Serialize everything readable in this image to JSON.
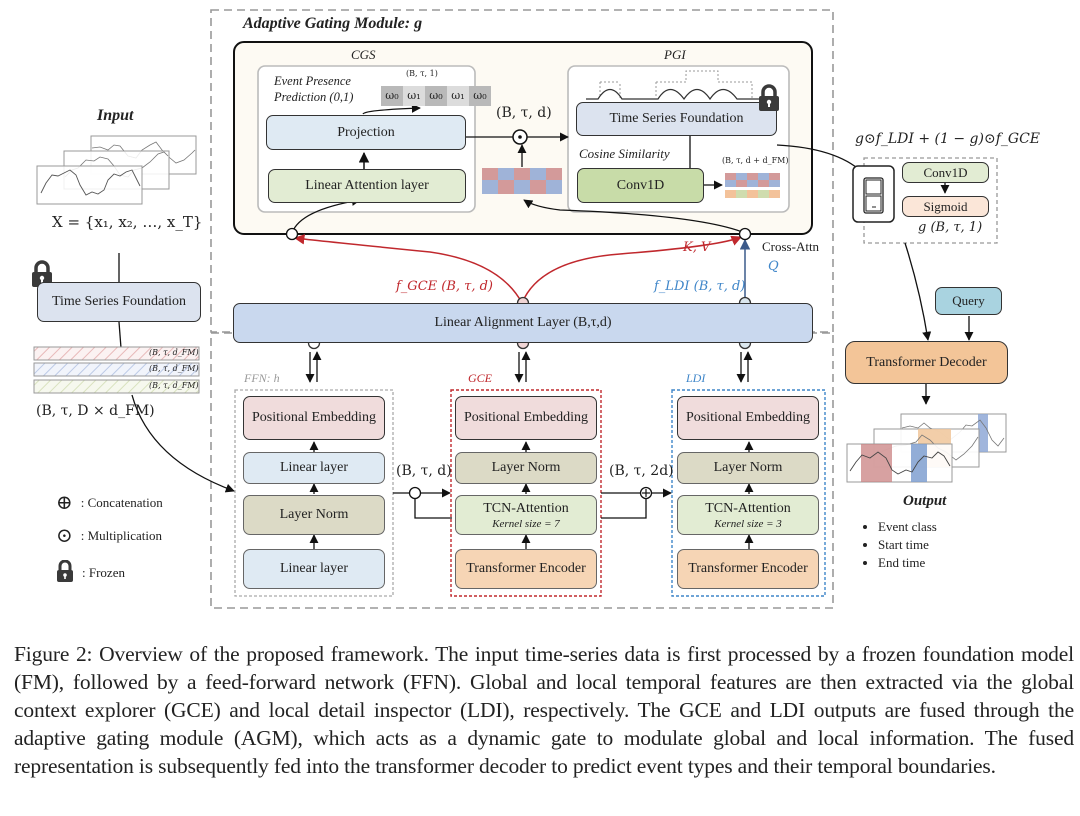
{
  "agm": {
    "title": "Adaptive Gating Module: g",
    "cgs": {
      "label": "CGS",
      "event_presence": "Event Presence Prediction (0,1)",
      "event_shape": "(B, τ, 1)",
      "weights": [
        "ω₀",
        "ω₁",
        "ω₀",
        "ω₁",
        "ω₀"
      ],
      "projection": "Projection",
      "linear_attention": "Linear Attention layer"
    },
    "mult_shape": "(B, τ, d)",
    "pgi": {
      "label": "PGI",
      "tsf": "Time Series Foundation",
      "cosine": "Cosine Similarity",
      "conv1d": "Conv1D",
      "out_shape": "(B, τ, d + d_FM)"
    },
    "kv": "K, V",
    "q": "Q",
    "cross_attn": "Cross-Attn",
    "f_gce": "f_GCE (B, τ, d)",
    "f_ldi": "f_LDI (B, τ, d)"
  },
  "gate": {
    "formula": "g⊙f_LDI + (1 − g)⊙f_GCE",
    "conv1d": "Conv1D",
    "sigmoid": "Sigmoid",
    "g_shape": "g (B, τ, 1)"
  },
  "input": {
    "title": "Input",
    "formula": "X = {x₁, x₂, …, x_T}",
    "tsf": "Time Series Foundation",
    "feature_shapes": [
      "(B, τ, d_FM)",
      "(B, τ, d_FM)",
      "(B, τ, d_FM)"
    ],
    "concat_shape": "(B, τ, D × d_FM)"
  },
  "alignment": "Linear Alignment Layer (B,τ,d)",
  "ffn": {
    "label": "FFN: h",
    "blocks": [
      "Positional Embedding",
      "Linear layer",
      "Layer Norm",
      "Linear layer"
    ]
  },
  "gce": {
    "label": "GCE",
    "pos": "Positional Embedding",
    "norm": "Layer Norm",
    "tcn": "TCN-Attention",
    "kernel": "Kernel size = 7",
    "enc": "Transformer Encoder"
  },
  "ldi": {
    "label": "LDI",
    "pos": "Positional Embedding",
    "norm": "Layer Norm",
    "tcn": "TCN-Attention",
    "kernel": "Kernel size = 3",
    "enc": "Transformer Encoder"
  },
  "shape_ffn_gce": "(B, τ, d)",
  "shape_gce_ldi": "(B, τ, 2d)",
  "legend": [
    {
      "symbol": "⊕",
      "text": ": Concatenation"
    },
    {
      "symbol": "⊙",
      "text": ": Multiplication"
    },
    {
      "symbol": "lock",
      "text": ": Frozen"
    }
  ],
  "decoder": {
    "query": "Query",
    "decoder": "Transformer Decoder",
    "output_title": "Output",
    "outputs": [
      "Event class",
      "Start time",
      "End time"
    ]
  },
  "colors": {
    "gce_red": "#c0282d",
    "ldi_blue": "#3f86c9",
    "agm_bg": "#fdfaf3"
  },
  "caption": "Figure 2: Overview of the proposed framework. The input time-series data is first processed by a frozen foundation model (FM), followed by a feed-forward network (FFN). Global and local temporal features are then extracted via the global context explorer (GCE) and local detail inspector (LDI), respectively. The GCE and LDI outputs are fused through the adaptive gating module (AGM), which acts as a dynamic gate to modulate global and local information. The fused representation is subsequently fed into the transformer decoder to predict event types and their temporal boundaries."
}
